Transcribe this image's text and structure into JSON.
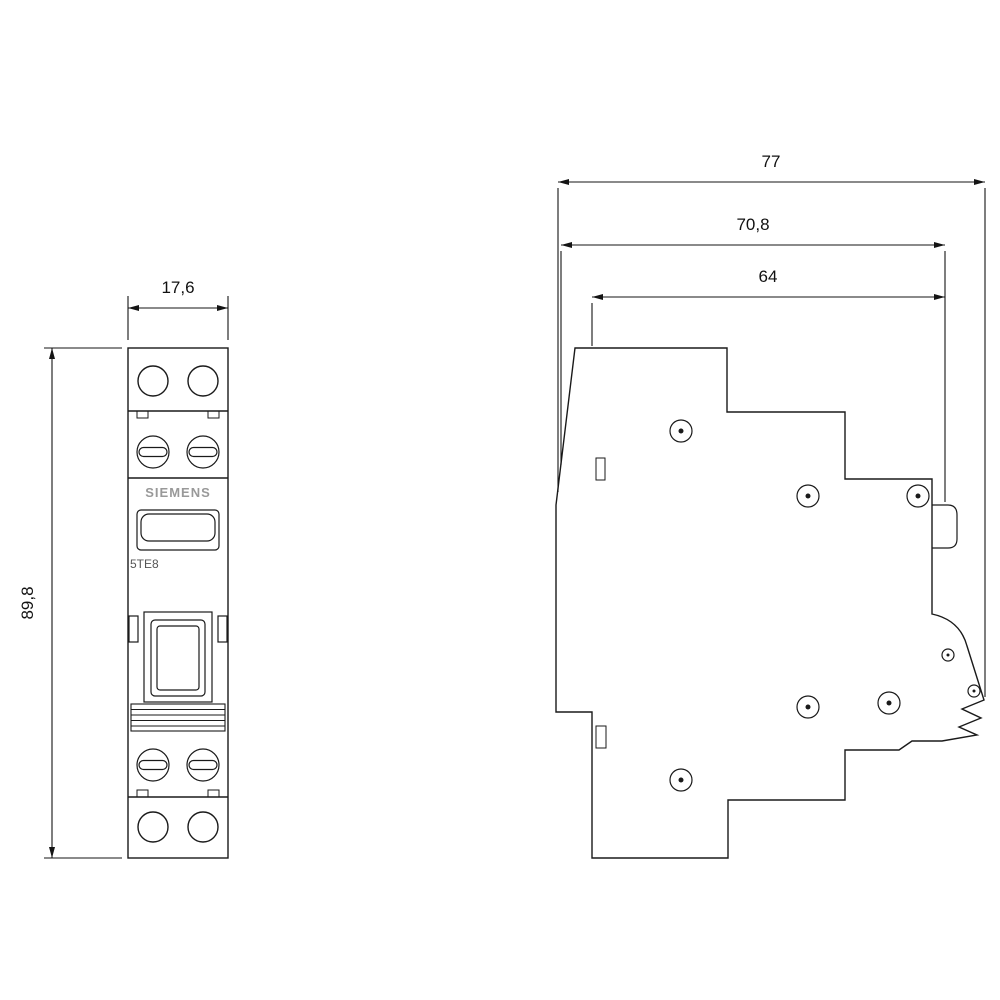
{
  "drawing": {
    "brand": "SIEMENS",
    "model": "5TE8",
    "front_view": {
      "width_mm": "17,6",
      "height_mm": "89,8"
    },
    "side_view": {
      "overall_depth_mm": "77",
      "rail_depth_mm": "70,8",
      "body_depth_mm": "64"
    },
    "colors": {
      "line": "#1a1a1a",
      "brand_text": "#999999",
      "background": "#ffffff"
    }
  }
}
